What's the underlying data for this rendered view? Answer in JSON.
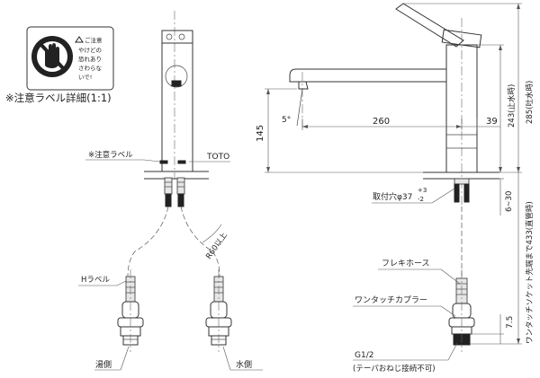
{
  "warning_label": {
    "lines": [
      "ご注意",
      "やけどの",
      "恐れあり",
      "さわらな",
      "いで!"
    ],
    "detail_caption": "※注意ラベル詳細(1:1)"
  },
  "front_view": {
    "label_callout": "※注意ラベル",
    "brand_callout": "TOTO",
    "hot_label_callout": "Hラベル",
    "hose_radius": "R60以上",
    "hot_side": "湯側",
    "cold_side": "水側"
  },
  "side_view": {
    "dim_spout_height": "145",
    "dim_reach": "260",
    "dim_body_offset": "39",
    "dim_angle": "5°",
    "dim_stop_height": "243(止水時)",
    "dim_open_height": "285(吐水時)",
    "dim_counter_thickness": "6~30",
    "dim_hose_length": "ワンタッチソケット先端まで433(直管時)",
    "dim_coupler": "7.5",
    "mount_hole": "取付穴φ37",
    "mount_tol_plus": "+3",
    "mount_tol_minus": "-2",
    "flex_hose": "フレキホース",
    "one_touch_coupler": "ワンタッチカプラー",
    "thread_size": "G1/2",
    "thread_note": "(テーパおねじ接続不可)"
  }
}
